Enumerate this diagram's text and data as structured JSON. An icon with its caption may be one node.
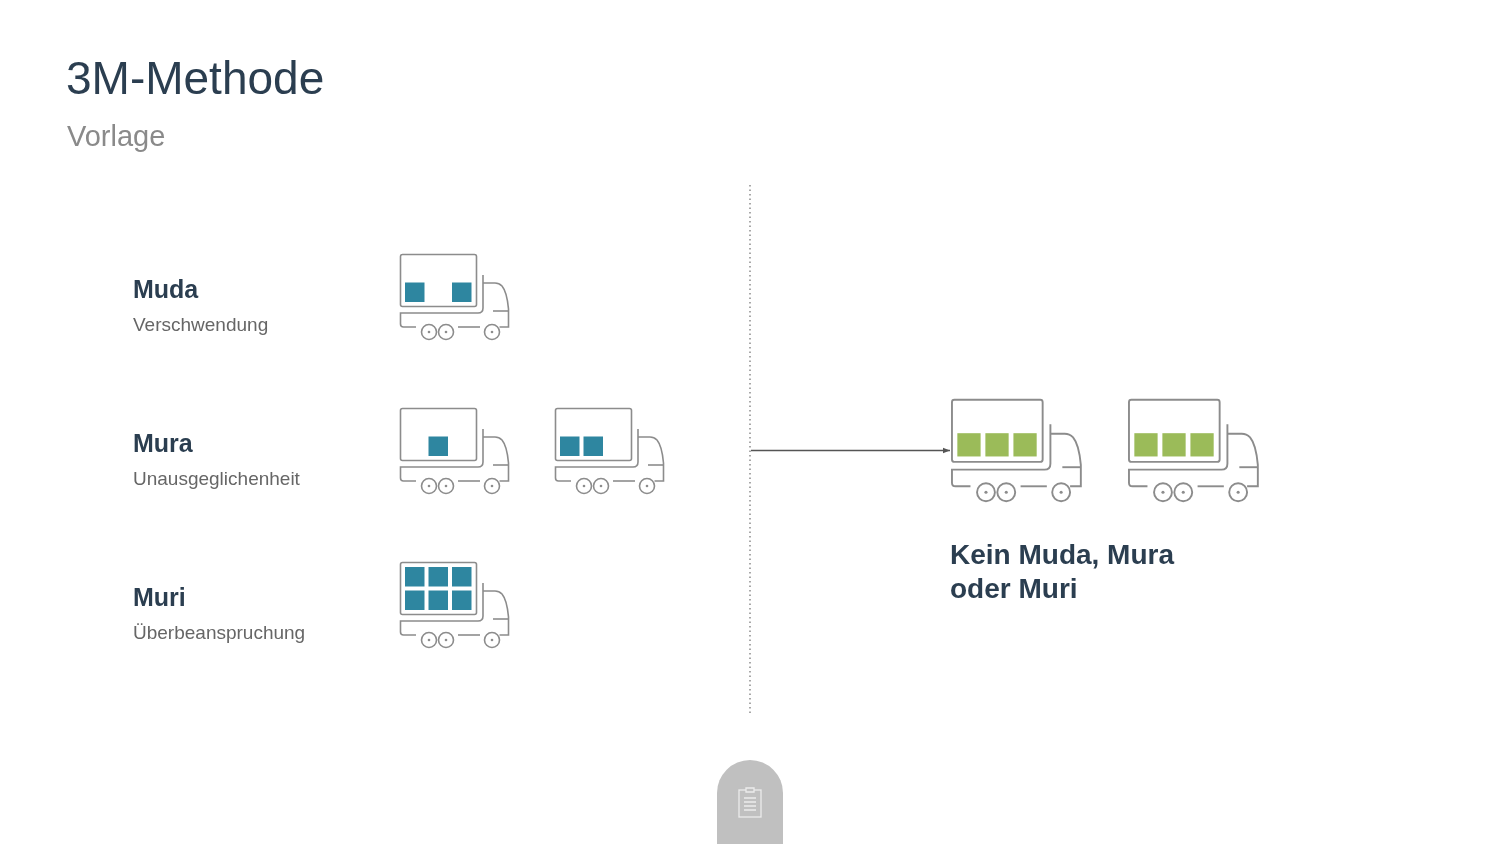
{
  "diagram": {
    "title": "3M-Methode",
    "nodes": [
      {
        "text": [],
        "shape": "picture"
      },
      {
        "text": [],
        "shape": "picture"
      },
      {
        "text": [],
        "shape": "picture"
      },
      {
        "text": [],
        "shape": "picture"
      },
      {
        "text": [],
        "shape": "picture"
      },
      {
        "text": [],
        "shape": "picture"
      }
    ],
    "edges": [
      {
        "from": null,
        "to": 4,
        "arrow": "to"
      }
    ],
    "labels": [
      "Vorlage",
      "Muda",
      "Verschwendung",
      "Mura",
      "Unausgeglichenheit",
      "Muri",
      "Überbeanspruchung",
      "Kein Muda, Mura oder Muri"
    ]
  }
}
